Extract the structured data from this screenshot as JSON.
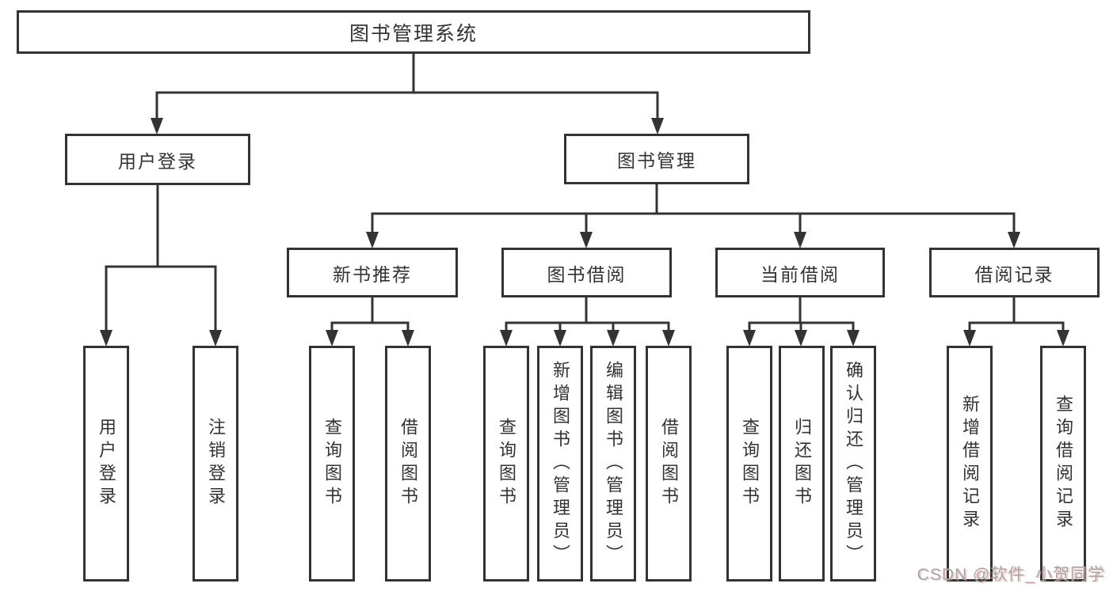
{
  "colors": {
    "line": "#333333",
    "text": "#333333",
    "box_background": "#ffffff",
    "page_background": "#ffffff",
    "watermark": "#a6a6a6"
  },
  "watermark": {
    "text": "CSDN @软件_小贺同学"
  },
  "diagram": {
    "root": {
      "label": "图书管理系统"
    },
    "level2": [
      {
        "label": "用户登录"
      },
      {
        "label": "图书管理"
      }
    ],
    "level3": [
      {
        "label": "新书推荐",
        "parent": "图书管理"
      },
      {
        "label": "图书借阅",
        "parent": "图书管理"
      },
      {
        "label": "当前借阅",
        "parent": "图书管理"
      },
      {
        "label": "借阅记录",
        "parent": "图书管理"
      }
    ],
    "leaves": [
      {
        "label": "用户登录",
        "parent": "用户登录"
      },
      {
        "label": "注销登录",
        "parent": "用户登录"
      },
      {
        "label": "查询图书",
        "parent": "新书推荐"
      },
      {
        "label": "借阅图书",
        "parent": "新书推荐"
      },
      {
        "label": "查询图书",
        "parent": "图书借阅"
      },
      {
        "label": "新增图书（管理员）",
        "parent": "图书借阅"
      },
      {
        "label": "编辑图书（管理员）",
        "parent": "图书借阅"
      },
      {
        "label": "借阅图书",
        "parent": "图书借阅"
      },
      {
        "label": "查询图书",
        "parent": "当前借阅"
      },
      {
        "label": "归还图书",
        "parent": "当前借阅"
      },
      {
        "label": "确认归还（管理员）",
        "parent": "当前借阅"
      },
      {
        "label": "新增借阅记录",
        "parent": "借阅记录"
      },
      {
        "label": "查询借阅记录",
        "parent": "借阅记录"
      }
    ]
  }
}
